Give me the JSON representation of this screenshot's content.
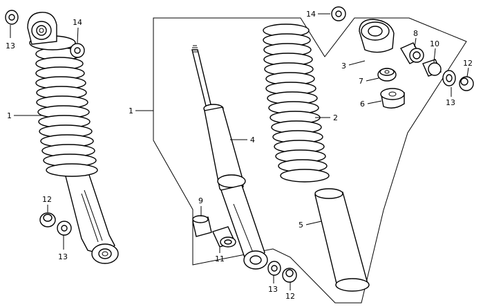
{
  "diagram": {
    "callouts": [
      {
        "id": "c13a",
        "text": "13"
      },
      {
        "id": "c14a",
        "text": "14"
      },
      {
        "id": "c1a",
        "text": "1"
      },
      {
        "id": "c12a",
        "text": "12"
      },
      {
        "id": "c13b",
        "text": "13"
      },
      {
        "id": "c1b",
        "text": "1"
      },
      {
        "id": "c4",
        "text": "4"
      },
      {
        "id": "c9",
        "text": "9"
      },
      {
        "id": "c11",
        "text": "11"
      },
      {
        "id": "c14b",
        "text": "14"
      },
      {
        "id": "c2",
        "text": "2"
      },
      {
        "id": "c5",
        "text": "5"
      },
      {
        "id": "c3",
        "text": "3"
      },
      {
        "id": "c7",
        "text": "7"
      },
      {
        "id": "c6",
        "text": "6"
      },
      {
        "id": "c8",
        "text": "8"
      },
      {
        "id": "c10",
        "text": "10"
      },
      {
        "id": "c12b",
        "text": "12"
      },
      {
        "id": "c13c",
        "text": "13"
      },
      {
        "id": "c13d",
        "text": "13"
      },
      {
        "id": "c12c",
        "text": "12"
      }
    ]
  }
}
